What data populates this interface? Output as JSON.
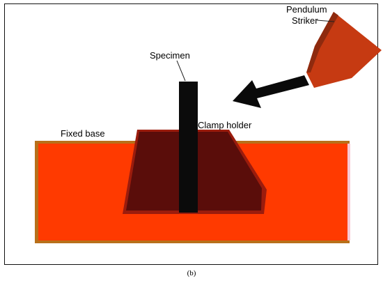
{
  "diagram": {
    "labels": {
      "pendulum_line1": "Pendulum",
      "pendulum_line2": "Striker",
      "specimen": "Specimen",
      "clamp_holder": "Clamp holder",
      "fixed_base": "Fixed base"
    },
    "colors": {
      "base_fill": "#ff3a00",
      "base_edge": "#b8701a",
      "clamp_fill": "#5a0d0a",
      "specimen_fill": "#0b0b0b",
      "striker_fill": "#c63a12",
      "arrow_fill": "#0a0a0a"
    }
  },
  "caption": "(b)"
}
